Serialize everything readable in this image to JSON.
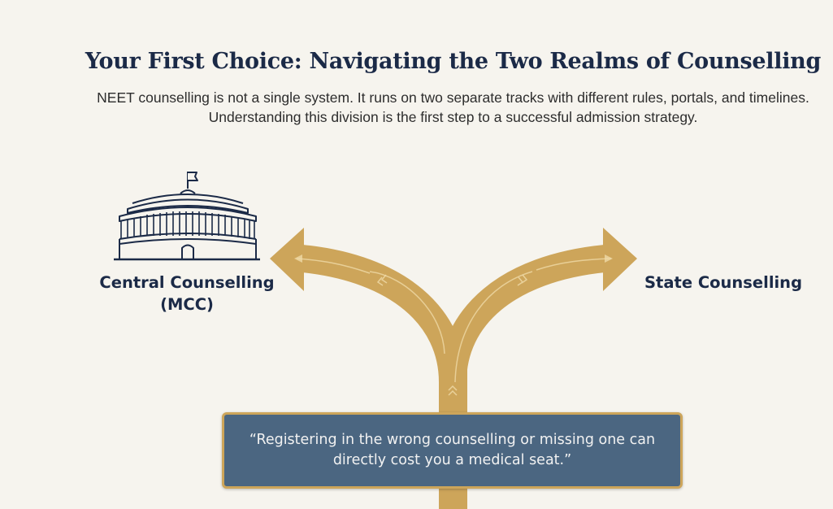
{
  "header": {
    "title": "Your First Choice: Navigating the Two Realms of Counselling",
    "subtitle": "NEET counselling is not a single system. It runs on two separate tracks with different rules, portals, and timelines. Understanding this division is the first step to a successful admission strategy."
  },
  "branches": [
    {
      "label": "Central Counselling (MCC)",
      "icon": "parliament-building-icon",
      "direction": "left"
    },
    {
      "label": "State Counselling",
      "icon": "state-map-pin-icon",
      "direction": "right"
    }
  ],
  "quote": {
    "text": "“Registering in the wrong counselling or missing one can directly cost you a medical seat.”"
  },
  "colors": {
    "background": "#f6f4ee",
    "navy": "#1b2a47",
    "gold": "#cda55a",
    "quote_fill": "#4b6681",
    "quote_text": "#f2f2f2"
  }
}
